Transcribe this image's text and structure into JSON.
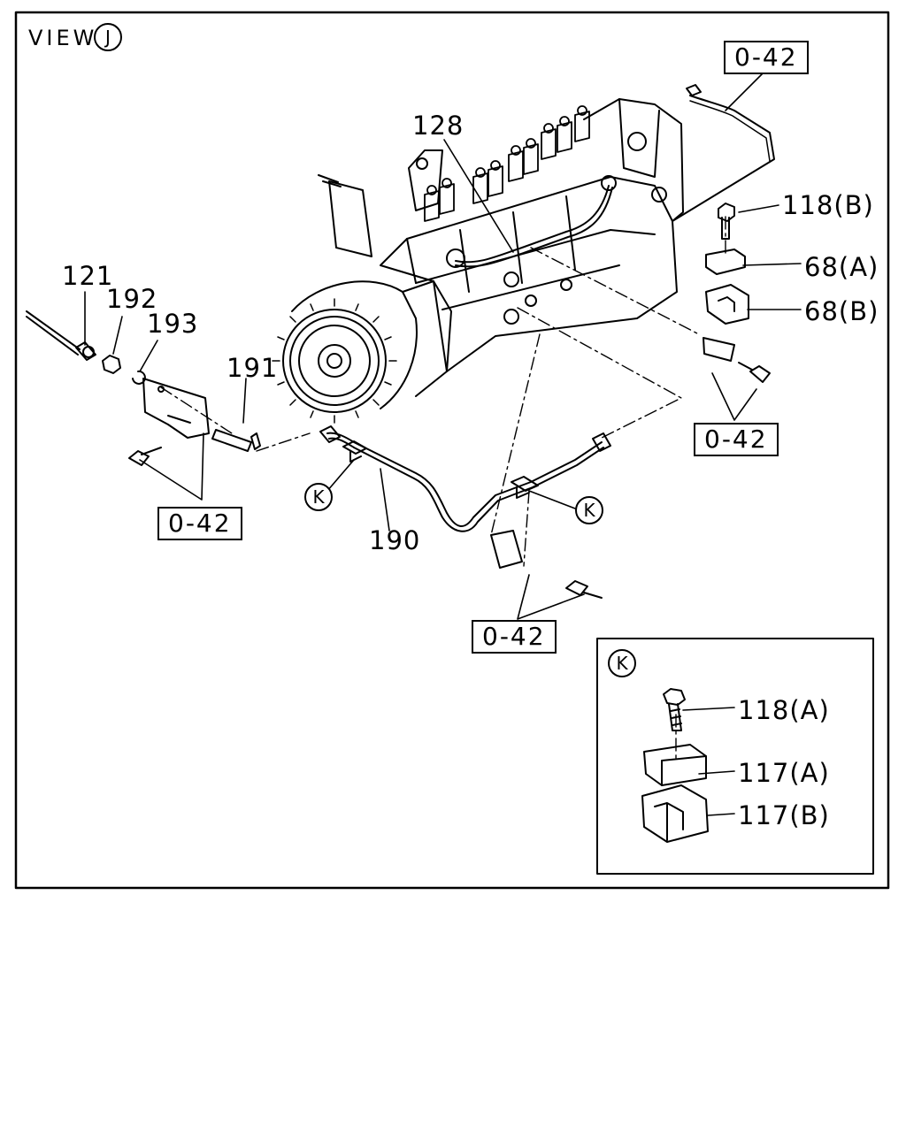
{
  "view": {
    "prefix": "VIEW",
    "letter": "J"
  },
  "detail": {
    "letter": "K"
  },
  "callout_letter": "K",
  "refs": [
    "0-42",
    "0-42",
    "0-42",
    "0-42"
  ],
  "parts": {
    "p128": "128",
    "p121": "121",
    "p192": "192",
    "p193": "193",
    "p191": "191",
    "p190": "190",
    "p118b": "118(B)",
    "p68a": "68(A)",
    "p68b": "68(B)",
    "p118a": "118(A)",
    "p117a": "117(A)",
    "p117b": "117(B)"
  }
}
